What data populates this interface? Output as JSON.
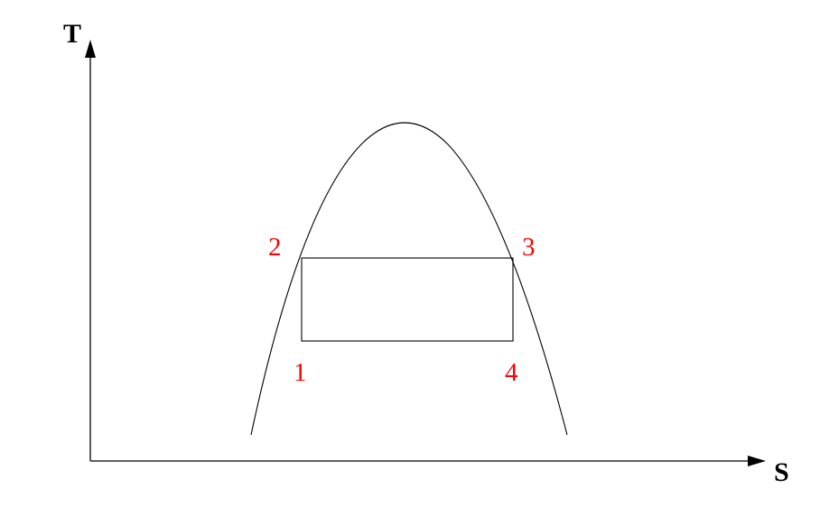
{
  "axes": {
    "y_label": "T",
    "x_label": "S"
  },
  "states": [
    {
      "label": "1"
    },
    {
      "label": "2"
    },
    {
      "label": "3"
    },
    {
      "label": "4"
    }
  ],
  "colors": {
    "lines": "#000000",
    "axis_labels": "#000000",
    "state_labels": "#ff0000"
  }
}
